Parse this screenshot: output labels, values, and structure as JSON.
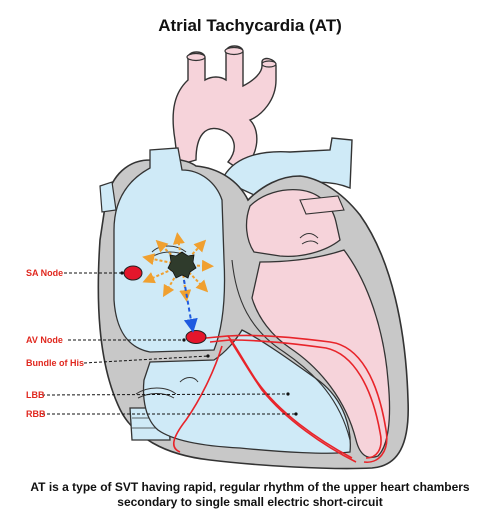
{
  "title": "Atrial Tachycardia (AT)",
  "caption": {
    "line1": "AT is a type of SVT having rapid, regular rhythm of the upper heart chambers",
    "line2": "secondary to single small electric short-circuit"
  },
  "labels": {
    "sa_node": "SA Node",
    "av_node": "AV Node",
    "bundle_of_his": "Bundle of His",
    "lbb": "LBB",
    "rbb": "RBB"
  },
  "colors": {
    "aorta_pink": "#f6d3da",
    "chamber_blue": "#cfeaf7",
    "wall_gray": "#c8c8c8",
    "node_red": "#e4162b",
    "conduction_red": "#e8242a",
    "label_red": "#e0281f",
    "ectopic_focus": "#2f3b2c",
    "arrow_orange": "#f0a030",
    "path_blue": "#1e5ae0"
  }
}
